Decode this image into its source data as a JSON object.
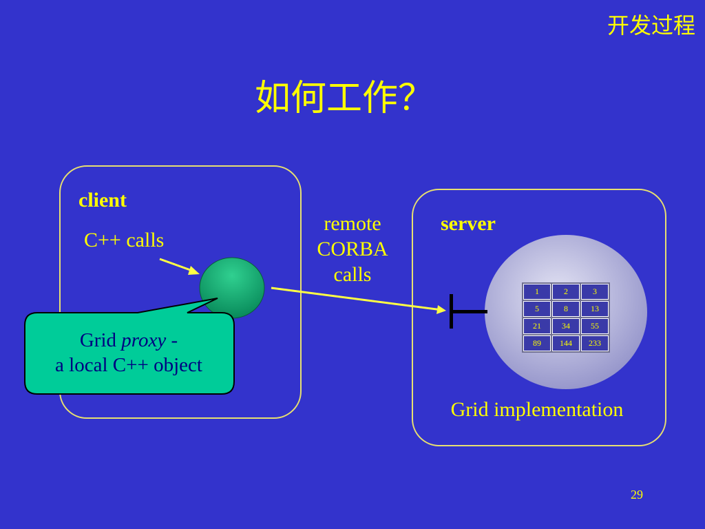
{
  "header": {
    "section_label": "开发过程",
    "title": "如何工作？"
  },
  "client": {
    "label": "client",
    "calls_label": "C++ calls"
  },
  "connection": {
    "line1": "remote",
    "line2": "CORBA",
    "line3": "calls"
  },
  "server": {
    "label": "server",
    "implementation_label": "Grid implementation",
    "grid_rows": [
      [
        "1",
        "2",
        "3"
      ],
      [
        "5",
        "8",
        "13"
      ],
      [
        "21",
        "34",
        "55"
      ],
      [
        "89",
        "144",
        "233"
      ]
    ]
  },
  "callout": {
    "text_prefix": "Grid ",
    "text_italic": "proxy",
    "text_suffix": " -",
    "line2": "a local C++ object"
  },
  "footer": {
    "page_number": "29"
  },
  "colors": {
    "background": "#3333cc",
    "text": "#ffff00",
    "proxy_ball": "#10a870",
    "callout_fill": "#00cc99",
    "server_sphere": "#a8a8d8"
  }
}
